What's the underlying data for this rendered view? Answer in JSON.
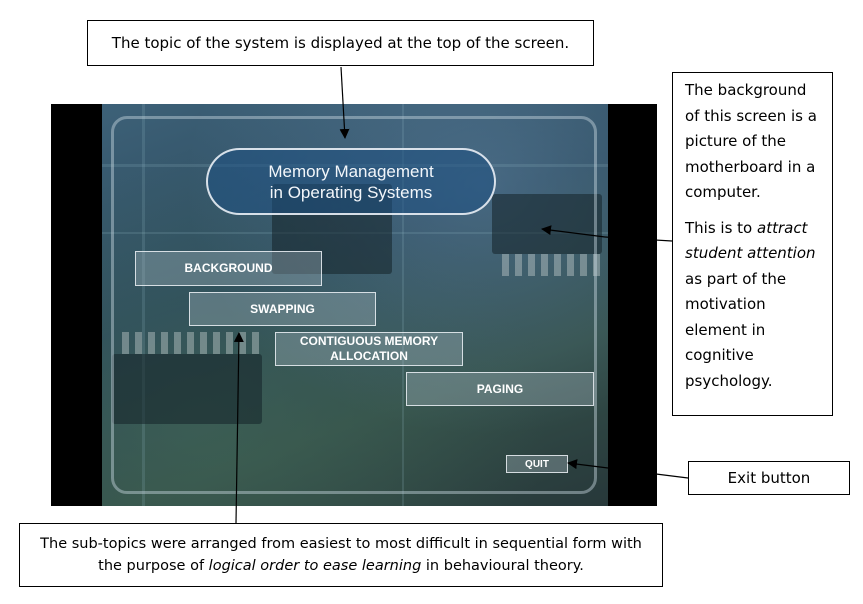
{
  "callouts": {
    "top": "The topic of the system is displayed at the top of the screen.",
    "right_p1": "The background of this screen is a picture of the motherboard in a computer.",
    "right_p2_pre": "This is to ",
    "right_p2_em": "attract student attention",
    "right_p2_post": " as part of the motivation element in cognitive psychology.",
    "exit": "Exit button",
    "bottom_line1": "The sub-topics were arranged from easiest to most difficult in sequential form with",
    "bottom_line2_pre": "the purpose of ",
    "bottom_line2_em": "logical order to ease learning",
    "bottom_line2_post": " in behavioural theory."
  },
  "screen": {
    "title_line1": "Memory Management",
    "title_line2": "in Operating Systems",
    "menu": {
      "background": "BACKGROUND",
      "swapping": "SWAPPING",
      "contiguous_line1": "CONTIGUOUS MEMORY",
      "contiguous_line2": "ALLOCATION",
      "paging": "PAGING"
    },
    "quit": "QUIT"
  }
}
